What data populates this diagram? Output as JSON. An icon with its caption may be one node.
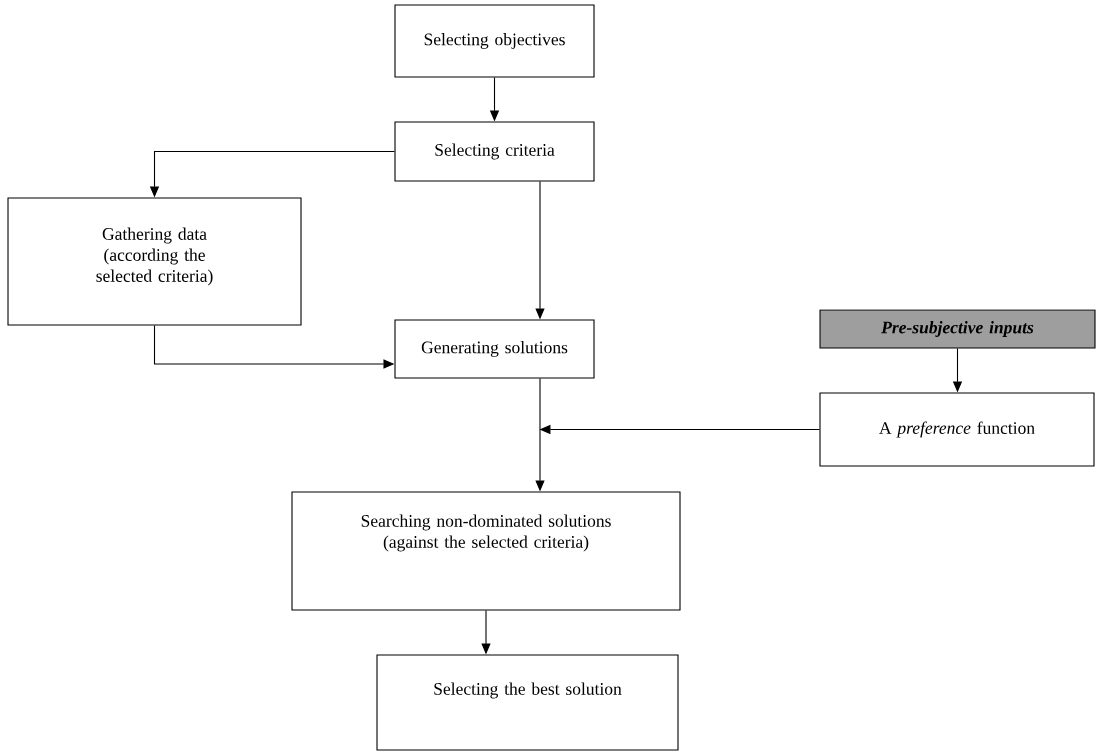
{
  "diagram": {
    "nodes": [
      {
        "text": [
          "Selecting objectives"
        ]
      },
      {
        "text": [
          "Selecting criteria"
        ]
      },
      {
        "text": [
          "Gathering data (according the selected criteria)"
        ]
      },
      {
        "text": [
          "Generating solutions"
        ]
      },
      {
        "text": [
          "Pre-subjective inputs"
        ]
      },
      {
        "text": [
          "A *preference* function"
        ]
      },
      {
        "text": [
          "Searching non-dominated solutions (against the selected criteria)"
        ]
      },
      {
        "text": [
          "Selecting the best solution"
        ]
      }
    ],
    "edges": [
      {
        "from": 0,
        "to": 1,
        "arrow": "to"
      },
      {
        "from": 1,
        "to": 2,
        "arrow": "to"
      },
      {
        "from": 1,
        "to": 3,
        "arrow": "to"
      },
      {
        "from": 2,
        "to": 3,
        "arrow": "to"
      },
      {
        "from": 3,
        "to": 6,
        "arrow": "to"
      },
      {
        "from": 4,
        "to": 5,
        "arrow": "to"
      },
      {
        "from": 5,
        "to": null,
        "arrow": "to"
      },
      {
        "from": 6,
        "to": 7,
        "arrow": "to"
      }
    ]
  }
}
